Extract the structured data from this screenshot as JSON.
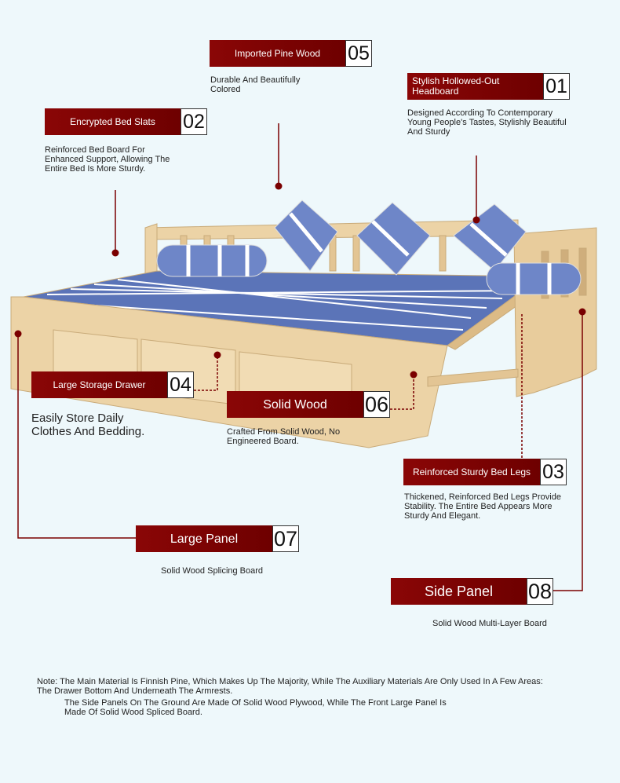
{
  "features": [
    {
      "num": "05",
      "title": "Imported Pine Wood",
      "desc": "Durable And Beautifully Colored"
    },
    {
      "num": "01",
      "title": "Stylish Hollowed-Out Headboard",
      "desc": "Designed According To Contemporary Young People's Tastes, Stylishly Beautiful And Sturdy"
    },
    {
      "num": "02",
      "title": "Encrypted Bed Slats",
      "desc": "Reinforced Bed Board For Enhanced Support, Allowing The Entire Bed Is More Sturdy."
    },
    {
      "num": "04",
      "title": "Large Storage Drawer",
      "desc": "Easily Store Daily Clothes And Bedding."
    },
    {
      "num": "06",
      "title": "Solid Wood",
      "desc": "Crafted From Solid Wood, No Engineered Board."
    },
    {
      "num": "03",
      "title": "Reinforced Sturdy Bed Legs",
      "desc": "Thickened, Reinforced Bed Legs Provide Stability. The Entire Bed Appears More Sturdy And Elegant."
    },
    {
      "num": "07",
      "title": "Large Panel",
      "desc": "Solid Wood Splicing Board"
    },
    {
      "num": "08",
      "title": "Side Panel",
      "desc": "Solid Wood Multi-Layer Board"
    }
  ],
  "note": {
    "line1": "Note: The Main Material Is Finnish Pine, Which Makes Up The Majority, While The Auxiliary Materials Are Only Used In A Few Areas: The Drawer Bottom And Underneath The Armrests.",
    "line2": "The Side Panels On The Ground Are Made Of Solid Wood Plywood, While The Front Large Panel Is Made Of Solid Wood Spliced Board."
  },
  "colors": {
    "accent": "#7a0000",
    "background": "#eef8fb",
    "wood": "#ecd3a6"
  }
}
